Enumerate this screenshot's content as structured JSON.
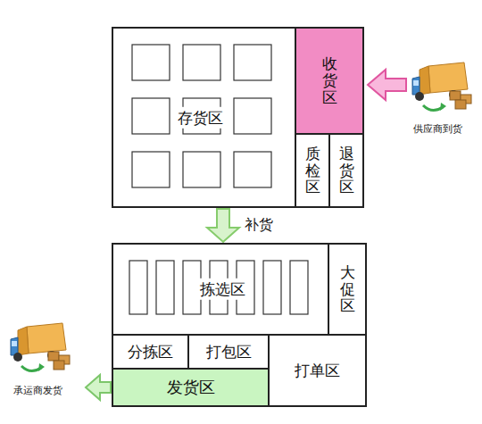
{
  "diagram": {
    "nodes": [
      {
        "text": [
          "存货区"
        ]
      },
      {
        "text": [
          "收货区"
        ],
        "in": 0
      },
      {
        "text": [
          "质检区"
        ],
        "in": 0
      },
      {
        "text": [
          "退货区"
        ],
        "in": 0
      },
      {
        "text": [
          "拣选区"
        ]
      },
      {
        "text": [
          "大促区"
        ],
        "in": 4
      },
      {
        "text": [
          "分拣区"
        ],
        "in": 4
      },
      {
        "text": [
          "打包区"
        ],
        "in": 4
      },
      {
        "text": [
          "打单区"
        ],
        "in": 4
      },
      {
        "text": [
          "发货区"
        ],
        "in": 4
      }
    ],
    "edges": [
      {
        "from": 0,
        "to": 4,
        "label": "补货",
        "arrow": "to"
      }
    ],
    "labels": [
      "供应商到货",
      "承运商发货"
    ]
  }
}
